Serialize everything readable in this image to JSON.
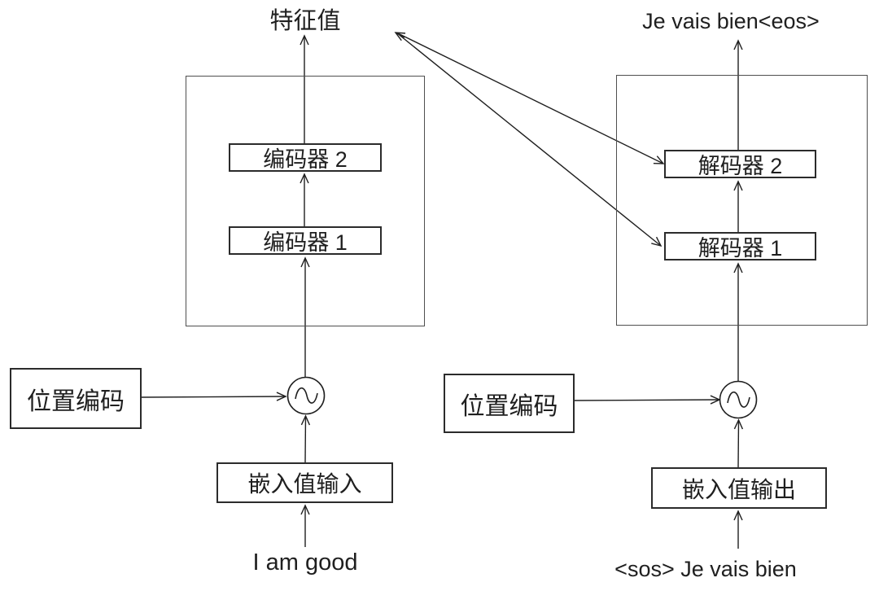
{
  "colors": {
    "background": "#ffffff",
    "line": "#1f1f1f",
    "box_border": "#2b2b2b",
    "container_border": "#4f4f4f"
  },
  "icons": {
    "pos_add_left": "sine-wave-circle-icon",
    "pos_add_right": "sine-wave-circle-icon"
  },
  "encoder": {
    "output_label": "特征值",
    "block2_label": "编码器 2",
    "block1_label": "编码器 1",
    "pos_encoding_label": "位置编码",
    "embedding_label": "嵌入值输入",
    "input_text": "I am good"
  },
  "decoder": {
    "output_label": "Je vais bien<eos>",
    "block2_label": "解码器 2",
    "block1_label": "解码器 1",
    "pos_encoding_label": "位置编码",
    "embedding_label": "嵌入值输出",
    "input_text": "<sos> Je vais bien"
  }
}
